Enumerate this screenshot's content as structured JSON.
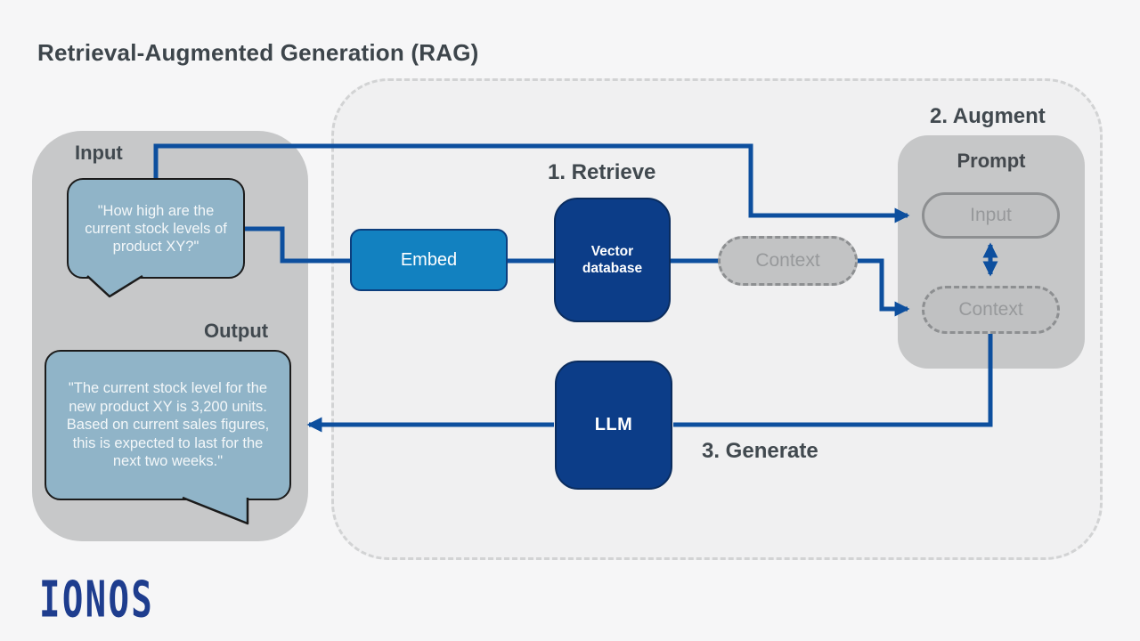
{
  "title": "Retrieval-Augmented Generation (RAG)",
  "colors": {
    "accent_blue": "#0d4f9e",
    "node_dark_blue": "#0c3d88",
    "node_light_blue": "#1281c0",
    "bubble_blue": "#90b4c8",
    "panel_gray": "#c7c8c9",
    "oval_gray": "#c2c3c4",
    "logo_blue": "#1e3d8e",
    "text_dark": "#41494f"
  },
  "left_panel": {
    "input_label": "Input",
    "input_bubble_text": "\"How high are the\ncurrent stock levels of\nproduct XY?\"",
    "output_label": "Output",
    "output_bubble_text": "\"The current stock level for the\nnew product XY is 3,200 units.\nBased on current sales figures,\nthis is expected to last for the\nnext two weeks.\""
  },
  "steps": {
    "retrieve": "1. Retrieve",
    "augment": "2. Augment",
    "generate": "3. Generate"
  },
  "nodes": {
    "embed": "Embed",
    "vector_database": "Vector\ndatabase",
    "context": "Context",
    "llm": "LLM"
  },
  "prompt_panel": {
    "label": "Prompt",
    "input": "Input",
    "context": "Context"
  },
  "logo": "IONOS"
}
